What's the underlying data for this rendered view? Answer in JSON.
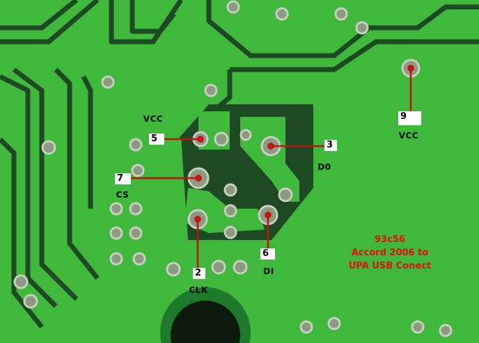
{
  "pins": [
    {
      "number": "5",
      "signal": "VCC"
    },
    {
      "number": "7",
      "signal": "CS"
    },
    {
      "number": "2",
      "signal": "CLK"
    },
    {
      "number": "6",
      "signal": "DI"
    },
    {
      "number": "3",
      "signal": "D0"
    },
    {
      "number": "9",
      "signal": "VCC"
    }
  ],
  "caption": [
    "93c56",
    "Accord 2006 to",
    "UPA USB Conect"
  ],
  "colors": {
    "board": "#3fb83c",
    "trace": "#1d4a22",
    "marker": "#e01010"
  }
}
